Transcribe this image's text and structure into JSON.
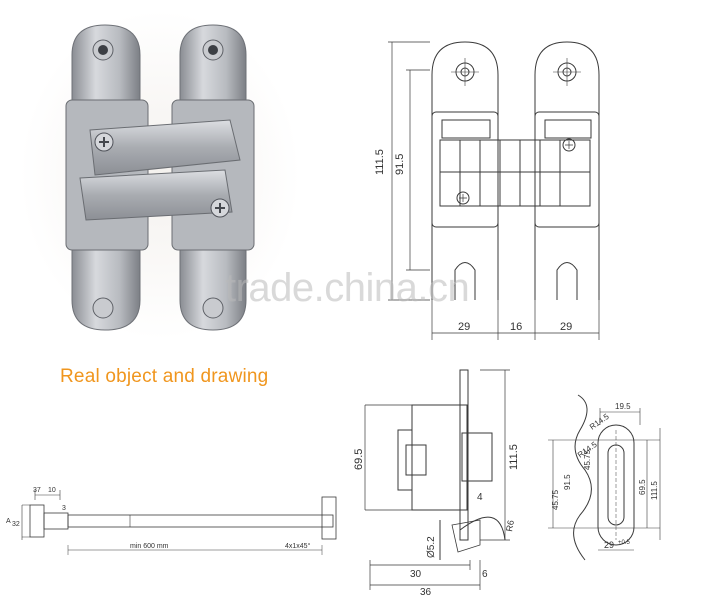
{
  "caption": "Real object and drawing",
  "watermark": "trade.china.cn",
  "top_drawing": {
    "dim_overall_height": "111.5",
    "dim_inner_height": "91.5",
    "dim_leaf_left": "29",
    "dim_gap": "16",
    "dim_leaf_right": "29"
  },
  "side_drawing": {
    "dim_left_height": "69.5",
    "dim_right_height": "111.5",
    "dim_small": "4",
    "dim_r_small": "R6",
    "dim_diameter": "Ø5.2",
    "dim_30": "30",
    "dim_6": "6",
    "dim_36": "36"
  },
  "cutout_drawing": {
    "dim_top": "19.5",
    "dim_r1": "R14.5",
    "dim_r2": "R14.5",
    "dim_91": "91.5",
    "dim_4575a": "45.75",
    "dim_4575b": "45.75",
    "dim_695": "69.5",
    "dim_1115": "111.5",
    "dim_29": "29",
    "dim_tol": "+0.5"
  },
  "rod_drawing": {
    "dim_37": "37",
    "dim_10": "10",
    "dim_32": "32",
    "dim_3": "3",
    "dim_min": "min 600 mm",
    "dim_chamfer": "4x1x45°",
    "dim_A": "A"
  }
}
